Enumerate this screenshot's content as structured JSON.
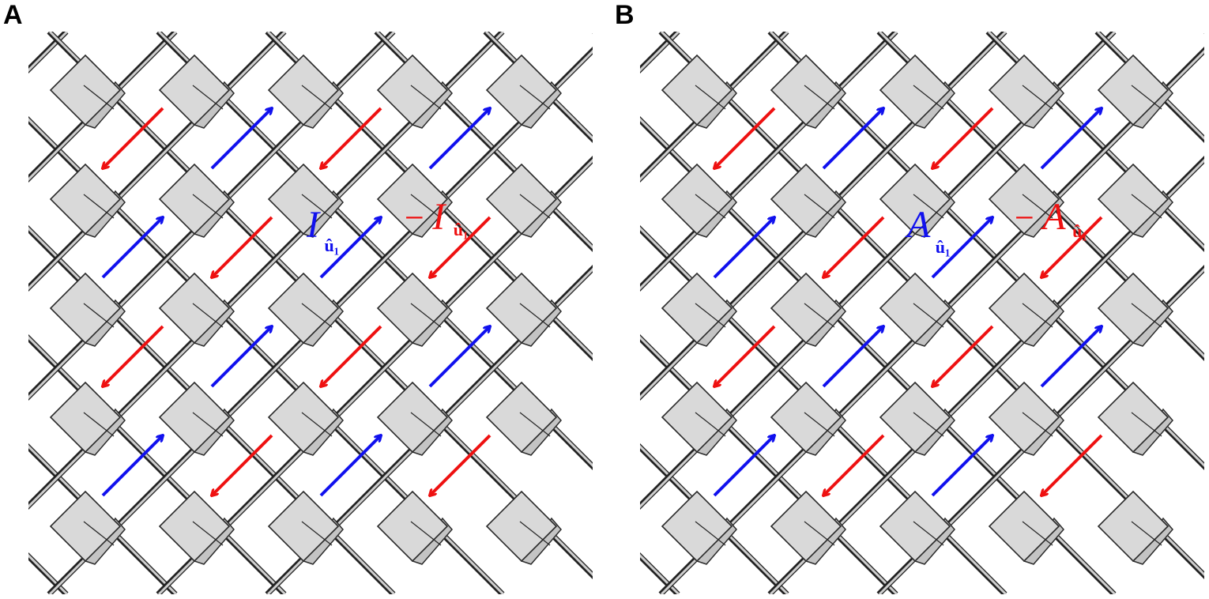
{
  "panels": [
    {
      "letter": "A",
      "label_pos": {
        "main": "I",
        "sub": "û₁"
      },
      "label_neg": {
        "minus": "−",
        "main": "I",
        "sub": "û₁"
      }
    },
    {
      "letter": "B",
      "label_pos": {
        "main": "A",
        "sub": "û₁"
      },
      "label_neg": {
        "minus": "−",
        "main": "A",
        "sub": "û₁"
      }
    }
  ],
  "colors": {
    "positive_arrow": "#1111ee",
    "negative_arrow": "#ee1111",
    "block_fill": "#d9d9d9",
    "block_stroke": "#2a2a2a",
    "rod_fill": "#cfcfcf"
  },
  "arrow_grid": [
    [
      "neg",
      "pos",
      "neg",
      "pos"
    ],
    [
      "pos",
      "neg",
      "pos",
      "neg"
    ],
    [
      "neg",
      "pos",
      "neg",
      "pos"
    ],
    [
      "pos",
      "neg",
      "pos",
      "neg"
    ]
  ]
}
